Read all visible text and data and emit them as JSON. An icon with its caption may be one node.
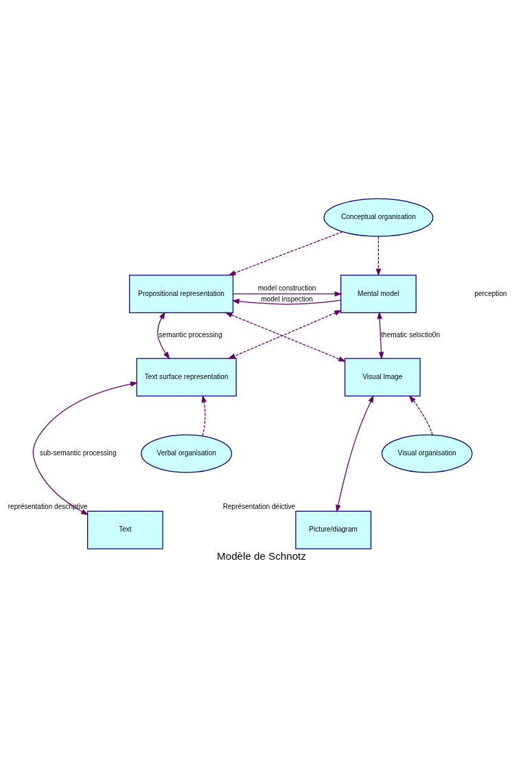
{
  "diagram": {
    "caption": "Modèle de Schnotz",
    "nodes": [
      {
        "text": [
          "Conceptual organisation"
        ]
      },
      {
        "text": [
          "Propositional representation"
        ]
      },
      {
        "text": [
          "Mental model"
        ]
      },
      {
        "text": [
          "Text surface representation"
        ]
      },
      {
        "text": [
          "Visual Image"
        ]
      },
      {
        "text": [
          "Verbal organisation"
        ]
      },
      {
        "text": [
          "Visual organisation"
        ]
      },
      {
        "text": [
          "Text"
        ],
        "beside": [
          "représentation descriptive"
        ]
      },
      {
        "text": [
          "Picture/diagram"
        ],
        "beside": [
          "Représentation déictive"
        ]
      }
    ],
    "edges": [
      {
        "from": 0,
        "to": 1,
        "arrow": "to",
        "style": "dashed"
      },
      {
        "from": 0,
        "to": 2,
        "arrow": "to",
        "style": "dashed"
      },
      {
        "from": 2,
        "to": 1,
        "arrow": "to",
        "label": "model inspection"
      },
      {
        "from": 1,
        "to": 2,
        "arrow": "to",
        "label": "model construction"
      },
      {
        "from": 1,
        "to": 4,
        "arrow": "both",
        "style": "dashed"
      },
      {
        "from": 2,
        "to": 3,
        "arrow": "both",
        "style": "dashed"
      },
      {
        "from": 1,
        "to": 3,
        "arrow": "both",
        "label": "semantic processing"
      },
      {
        "from": 2,
        "to": 4,
        "arrow": "both",
        "label": "thematic selsctio0n"
      },
      {
        "from": 5,
        "to": 3,
        "arrow": "to",
        "style": "dashed"
      },
      {
        "from": 6,
        "to": 4,
        "arrow": "to",
        "style": "dashed"
      },
      {
        "from": 3,
        "to": 7,
        "arrow": "both",
        "label": "sub-semantic processing"
      },
      {
        "from": 4,
        "to": 8,
        "arrow": "both"
      }
    ],
    "labels": [
      "perception"
    ]
  }
}
